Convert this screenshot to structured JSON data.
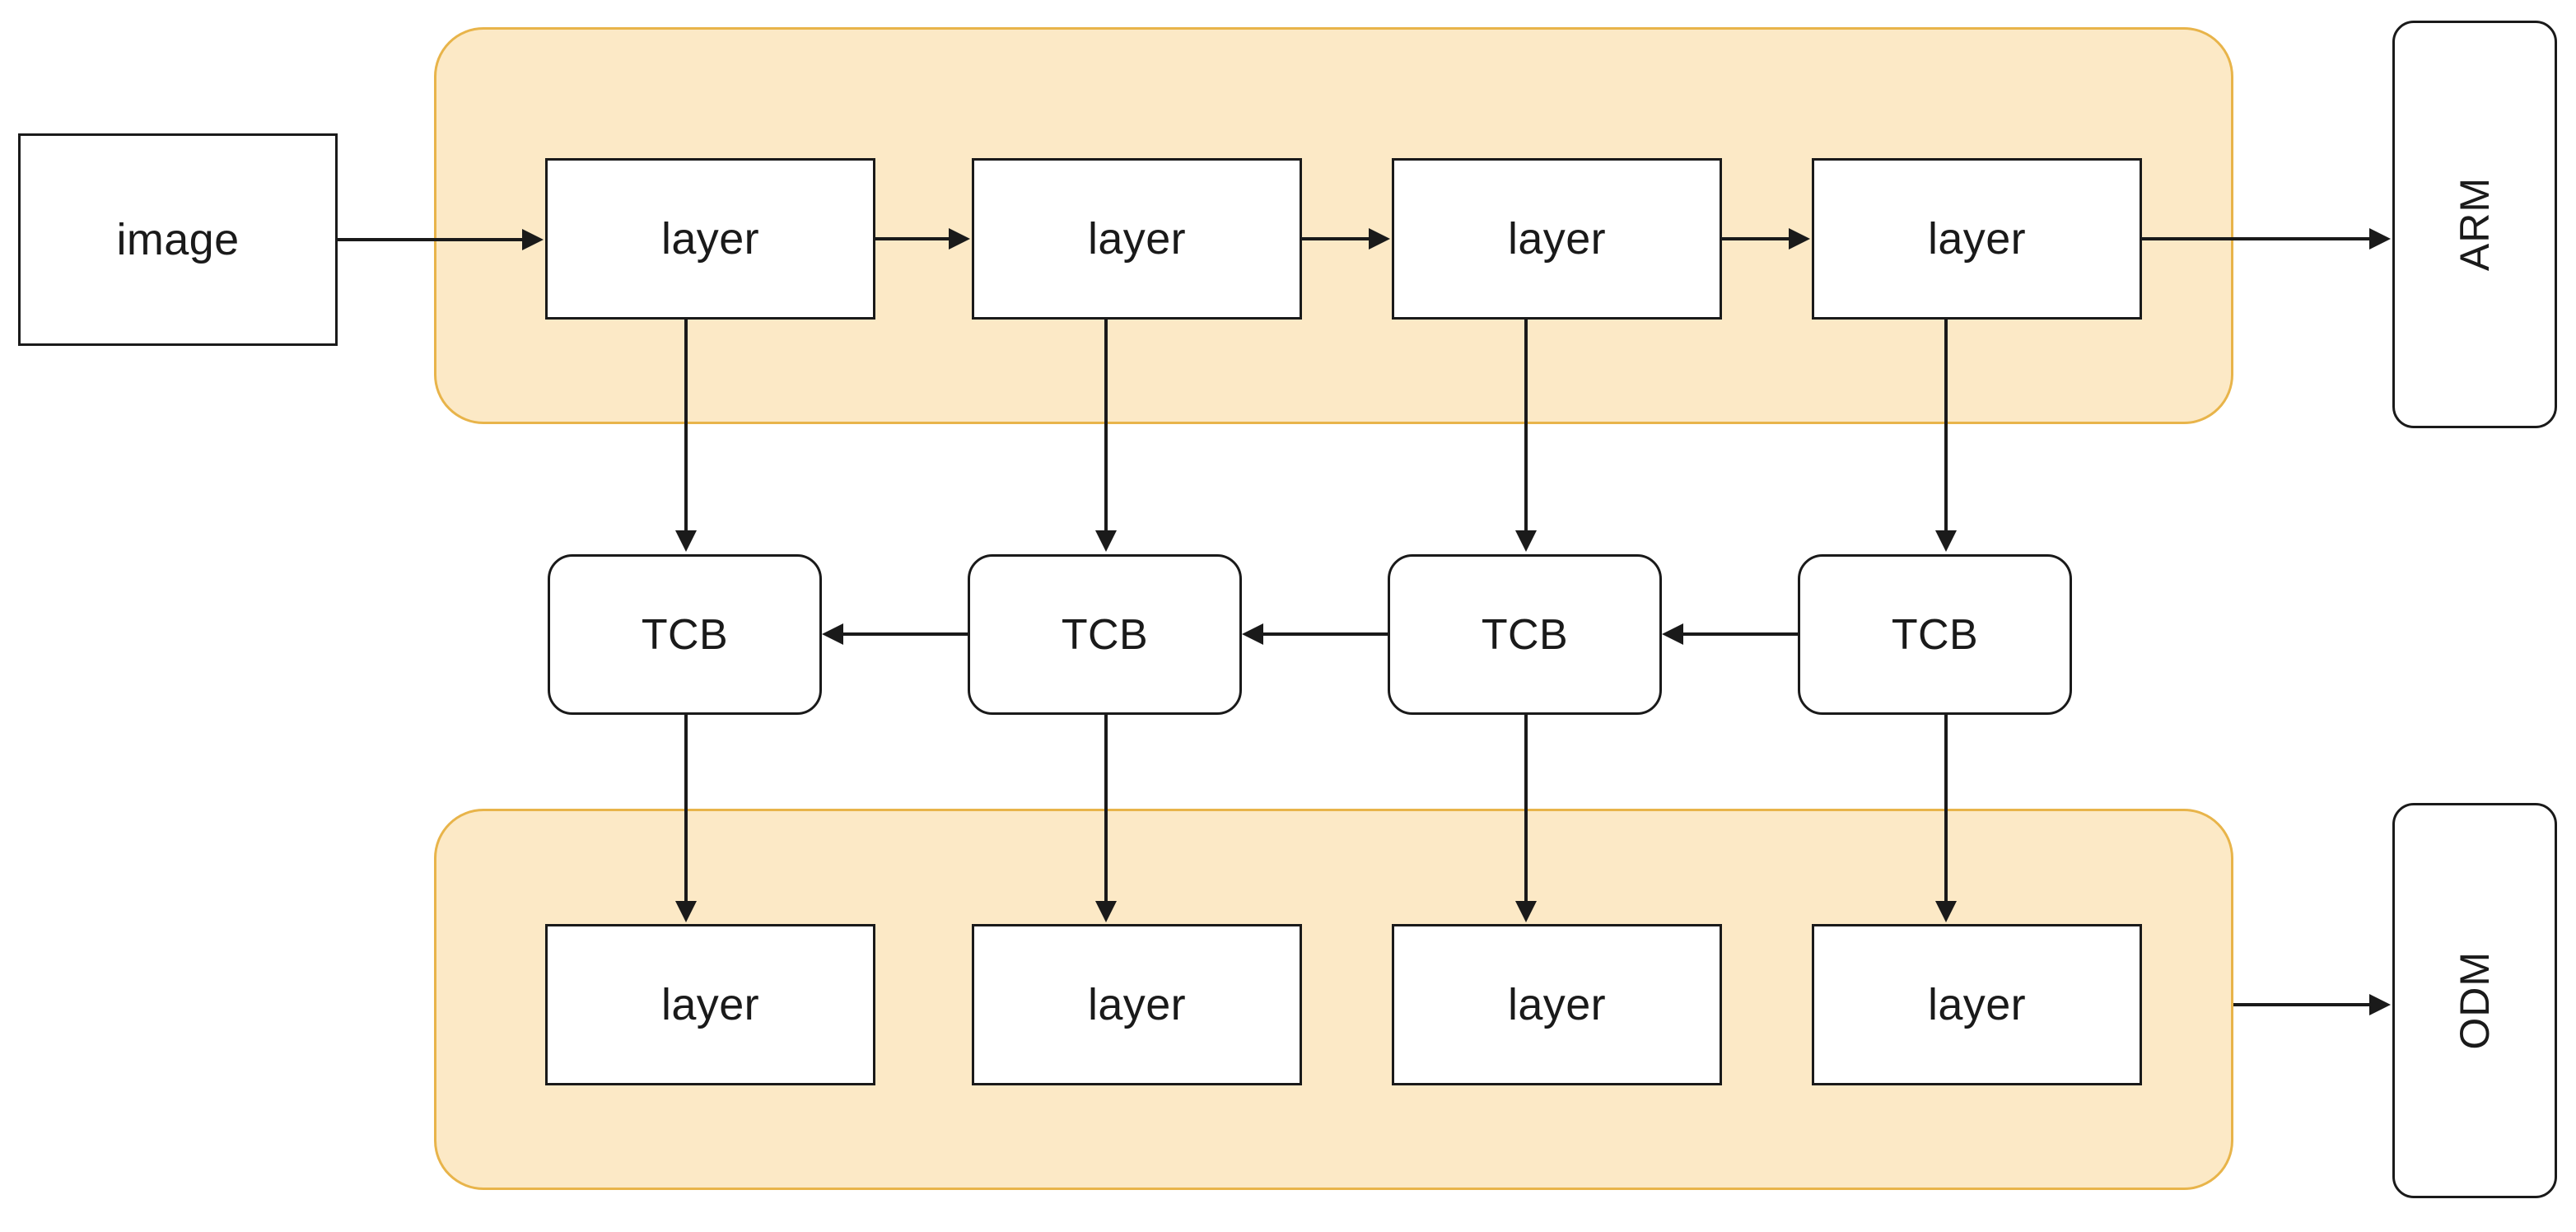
{
  "diagram": {
    "title": "",
    "colors": {
      "group_fill": "#fce9c6",
      "group_border": "#e8b44a",
      "node_border": "#1a1a1a",
      "node_fill": "#ffffff",
      "edge": "#1a1a1a",
      "background": "#ffffff"
    },
    "input_node": {
      "label": "image"
    },
    "top_group": {
      "label": "",
      "nodes": [
        {
          "label": "layer"
        },
        {
          "label": "layer"
        },
        {
          "label": "layer"
        },
        {
          "label": "layer"
        }
      ]
    },
    "middle_row": {
      "nodes": [
        {
          "label": "TCB"
        },
        {
          "label": "TCB"
        },
        {
          "label": "TCB"
        },
        {
          "label": "TCB"
        }
      ]
    },
    "bottom_group": {
      "label": "",
      "nodes": [
        {
          "label": "layer"
        },
        {
          "label": "layer"
        },
        {
          "label": "layer"
        },
        {
          "label": "layer"
        }
      ]
    },
    "endpoints": {
      "top": {
        "label": "ARM"
      },
      "bottom": {
        "label": "ODM"
      }
    },
    "edges": [
      {
        "from": "image",
        "to": "top-layer-1",
        "direction": "right"
      },
      {
        "from": "top-layer-1",
        "to": "top-layer-2",
        "direction": "right"
      },
      {
        "from": "top-layer-2",
        "to": "top-layer-3",
        "direction": "right"
      },
      {
        "from": "top-layer-3",
        "to": "top-layer-4",
        "direction": "right"
      },
      {
        "from": "top-layer-4",
        "to": "ARM",
        "direction": "right"
      },
      {
        "from": "top-layer-1",
        "to": "tcb-1",
        "direction": "down"
      },
      {
        "from": "top-layer-2",
        "to": "tcb-2",
        "direction": "down"
      },
      {
        "from": "top-layer-3",
        "to": "tcb-3",
        "direction": "down"
      },
      {
        "from": "top-layer-4",
        "to": "tcb-4",
        "direction": "down"
      },
      {
        "from": "tcb-4",
        "to": "tcb-3",
        "direction": "left"
      },
      {
        "from": "tcb-3",
        "to": "tcb-2",
        "direction": "left"
      },
      {
        "from": "tcb-2",
        "to": "tcb-1",
        "direction": "left"
      },
      {
        "from": "tcb-1",
        "to": "bottom-layer-1",
        "direction": "down"
      },
      {
        "from": "tcb-2",
        "to": "bottom-layer-2",
        "direction": "down"
      },
      {
        "from": "tcb-3",
        "to": "bottom-layer-3",
        "direction": "down"
      },
      {
        "from": "tcb-4",
        "to": "bottom-layer-4",
        "direction": "down"
      },
      {
        "from": "bottom-layer-4",
        "to": "ODM",
        "direction": "right"
      }
    ]
  }
}
